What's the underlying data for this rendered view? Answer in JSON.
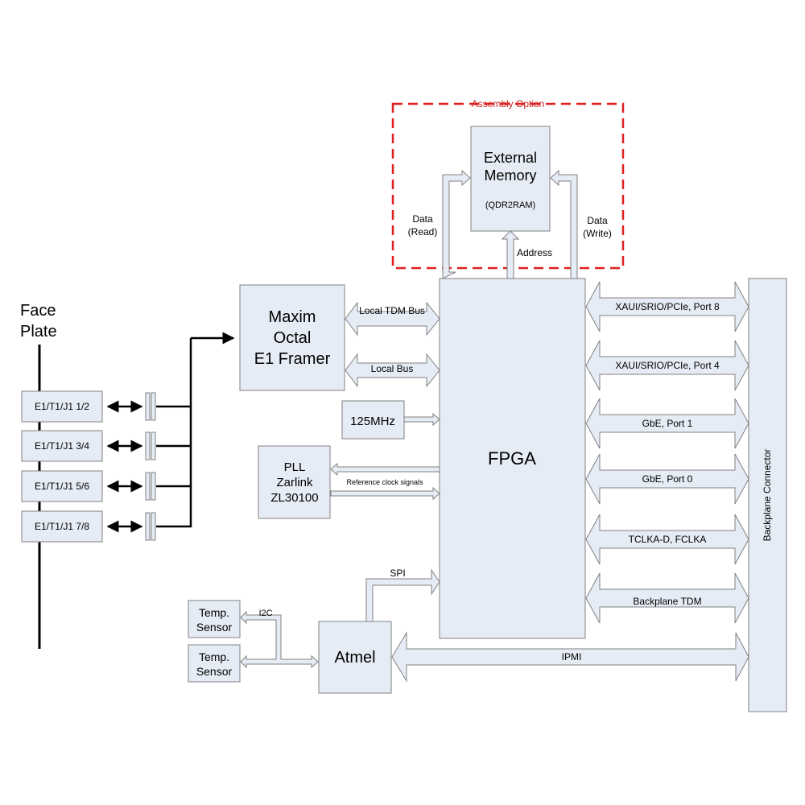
{
  "assembly_option": "Assembly Option",
  "face_plate": [
    "Face",
    "Plate"
  ],
  "ports": [
    "E1/T1/J1 1/2",
    "E1/T1/J1 3/4",
    "E1/T1/J1 5/6",
    "E1/T1/J1 7/8"
  ],
  "framer": [
    "Maxim",
    "Octal",
    "E1 Framer"
  ],
  "memory": [
    "External",
    "Memory",
    "(QDR2RAM)"
  ],
  "data_read": [
    "Data",
    "(Read)"
  ],
  "data_write": [
    "Data",
    "(Write)"
  ],
  "address": "Address",
  "local_tdm_bus": "Local TDM Bus",
  "local_bus": "Local Bus",
  "clock": "125MHz",
  "pll": [
    "PLL",
    "Zarlink",
    "ZL30100"
  ],
  "ref_clock": "Reference clock signals",
  "fpga": "FPGA",
  "spi": "SPI",
  "i2c": "I2C",
  "temp_sensor": [
    "Temp.",
    "Sensor"
  ],
  "atmel": "Atmel",
  "ipmi": "IPMI",
  "backplane_connector": "Backplane Connector",
  "backplane_links": [
    "XAUI/SRIO/PCIe, Port 8",
    "XAUI/SRIO/PCIe, Port 4",
    "GbE, Port 1",
    "GbE, Port 0",
    "TCLKA-D, FCLKA",
    "Backplane TDM"
  ]
}
